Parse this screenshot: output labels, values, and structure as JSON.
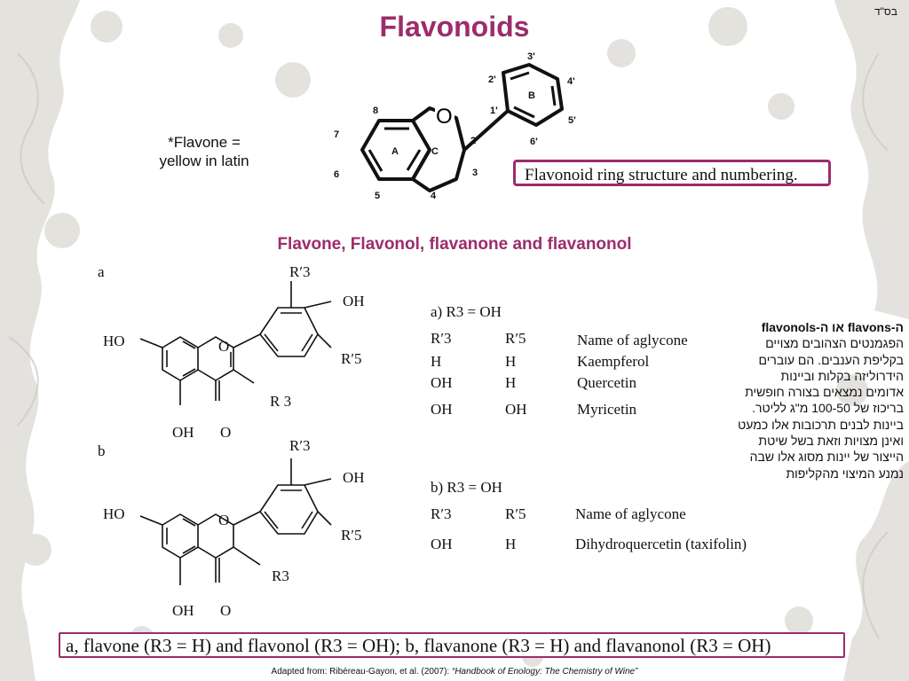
{
  "corner_text": "בס\"ד",
  "title": "Flavonoids",
  "note": {
    "line1": "*Flavone =",
    "line2": "yellow in latin"
  },
  "ring_caption": "Flavonoid ring structure and numbering.",
  "ring_labels": {
    "n8": "8",
    "n7": "7",
    "n6": "6",
    "n5": "5",
    "n4": "4",
    "n3": "3",
    "n2": "2",
    "n1p": "1'",
    "n2p": "2'",
    "n3p": "3'",
    "n4p": "4'",
    "n5p": "5'",
    "n6p": "6'",
    "O": "O",
    "A": "A",
    "B": "B",
    "C": "C"
  },
  "subtitle": "Flavone, Flavonol, flavanone and flavanonol",
  "panel_a": {
    "label": "a",
    "R3p": "R′3",
    "OH_top": "OH",
    "HO": "HO",
    "O_ring": "O",
    "R5p": "R′5",
    "R3": "R 3",
    "OH_bottom": "OH",
    "O_keto": "O",
    "condition": "a) R3 = OH",
    "headers": [
      "R′3",
      "R′5",
      "Name of aglycone"
    ],
    "rows": [
      [
        "H",
        "H",
        "Kaempferol"
      ],
      [
        "OH",
        "H",
        "Quercetin"
      ],
      [
        "OH",
        "OH",
        "Myricetin"
      ]
    ]
  },
  "panel_b": {
    "label": "b",
    "R3p": "R′3",
    "OH_top": "OH",
    "HO": "HO",
    "O_ring": "O",
    "R5p": "R′5",
    "R3": "R3",
    "OH_bottom": "OH",
    "O_keto": "O",
    "condition": "b) R3 = OH",
    "headers": [
      "R′3",
      "R′5",
      "Name of aglycone"
    ],
    "rows": [
      [
        "OH",
        "H",
        "Dihydroquercetin (taxifolin)"
      ]
    ]
  },
  "hebrew": {
    "heading": "ה-flavons או ה-flavonols",
    "lines": [
      "הפגמנטים הצהובים מצויים",
      "בקליפת הענבים. הם עוברים",
      "הידרוליזה בקלות וביינות",
      "אדומים נמצאים בצורה חופשית",
      "בריכוז של 100-50 מ\"ג לליטר.",
      "ביינות לבנים תרכובות אלו כמעט",
      "ואינן מצויות וזאת בשל שיטת",
      "הייצור של יינות מסוג אלו שבה",
      "נמנע המיצוי מהקליפות"
    ]
  },
  "bottom_caption": "a, flavone (R3 = H) and flavonol (R3 = OH); b, flavanone (R3 = H) and flavanonol (R3 = OH)",
  "footer": {
    "prefix": "Adapted from: Ribéreau-Gayon, et al. (2007): ",
    "book": "“Handbook of Enology: The Chemistry of Wine”"
  },
  "colors": {
    "accent": "#9c2c6c"
  }
}
